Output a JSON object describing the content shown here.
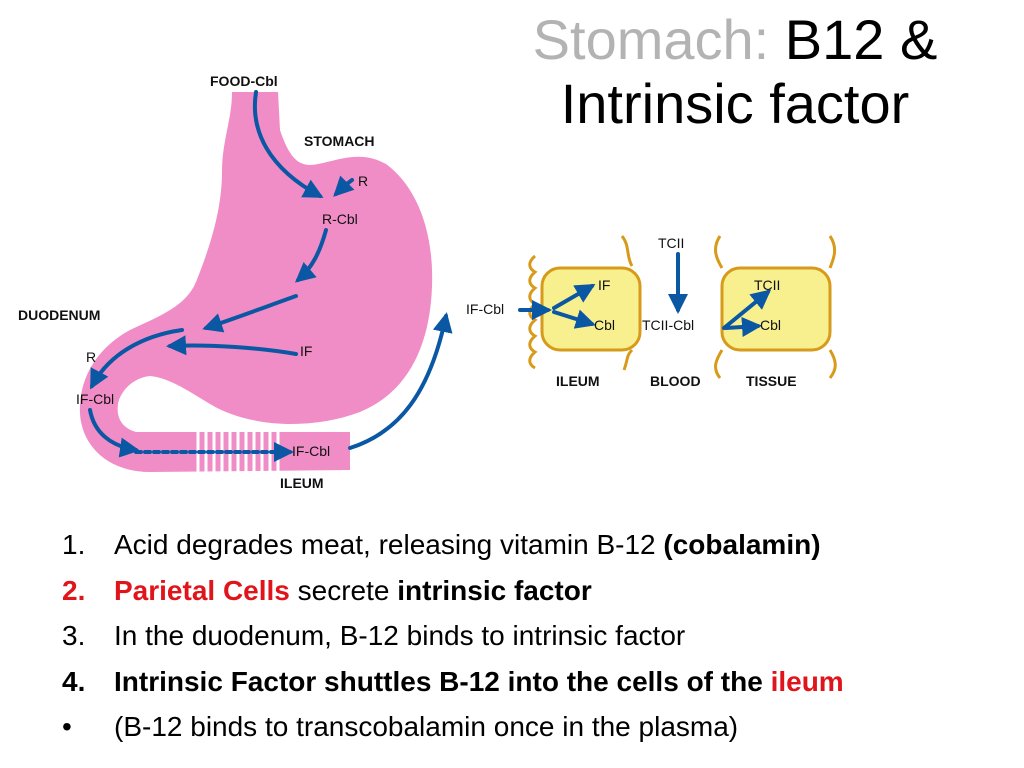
{
  "title": {
    "prefix": "Stomach:",
    "line1_rest": "B12 &",
    "line2": "Intrinsic factor"
  },
  "colors": {
    "organ": "#f08dc6",
    "cell": "#f8ef8e",
    "arrow": "#0a57a3",
    "highlight": "#e0141b",
    "title_gray": "#b3b3b3"
  },
  "diagram": {
    "labels": {
      "food_cbl": "FOOD-Cbl",
      "stomach": "STOMACH",
      "r_stomach": "R",
      "r_cbl": "R-Cbl",
      "duodenum": "DUODENUM",
      "r_duodenum": "R",
      "if_stomach": "IF",
      "if_cbl_duodenum": "IF-Cbl",
      "if_cbl_ileum": "IF-Cbl",
      "ileum_gut": "ILEUM",
      "if_cbl_arrow": "IF-Cbl",
      "tcii_top": "TCII",
      "if_cell": "IF",
      "cbl_ileum": "Cbl",
      "tcii_cbl": "TCII-Cbl",
      "tcii_tissue": "TCII",
      "cbl_tissue": "Cbl",
      "ileum_panel": "ILEUM",
      "blood_panel": "BLOOD",
      "tissue_panel": "TISSUE"
    }
  },
  "steps": [
    {
      "num": "1.",
      "parts": [
        {
          "text": "Acid degrades meat, releasing vitamin B-12 ",
          "bold": false,
          "red": false
        },
        {
          "text": "(cobalamin)",
          "bold": true,
          "red": false
        }
      ]
    },
    {
      "num": "2.",
      "num_red": true,
      "num_bold": true,
      "parts": [
        {
          "text": "Parietal Cells",
          "bold": true,
          "red": true
        },
        {
          "text": " secrete ",
          "bold": false,
          "red": false
        },
        {
          "text": "intrinsic factor",
          "bold": true,
          "red": false
        }
      ]
    },
    {
      "num": "3.",
      "parts": [
        {
          "text": "In the duodenum, B-12 binds to intrinsic factor",
          "bold": false,
          "red": false
        }
      ]
    },
    {
      "num": "4.",
      "num_bold": true,
      "parts": [
        {
          "text": "Intrinsic Factor shuttles B-12 into the cells of the ",
          "bold": true,
          "red": false
        },
        {
          "text": "ileum",
          "bold": true,
          "red": true
        }
      ]
    },
    {
      "num": "•",
      "parts": [
        {
          "text": "(B-12 binds to transcobalamin once in the plasma)",
          "bold": false,
          "red": false
        }
      ]
    }
  ]
}
